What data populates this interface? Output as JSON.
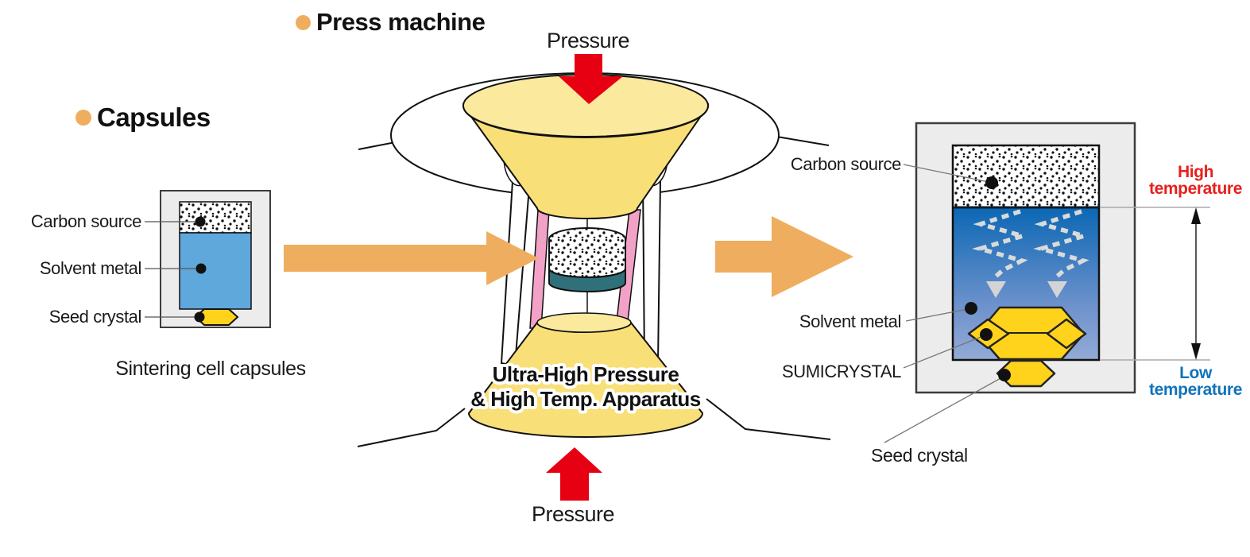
{
  "headings": {
    "capsules": "Capsules",
    "press_machine": "Press machine"
  },
  "press": {
    "pressure_top": "Pressure",
    "pressure_bottom": "Pressure",
    "apparatus_line1": "Ultra-High Pressure",
    "apparatus_line2": "& High Temp. Apparatus"
  },
  "left_capsule": {
    "labels": {
      "carbon_source": "Carbon source",
      "solvent_metal": "Solvent metal",
      "seed_crystal": "Seed crystal"
    },
    "caption": "Sintering cell capsules"
  },
  "right_capsule": {
    "labels": {
      "carbon_source": "Carbon source",
      "solvent_metal": "Solvent metal",
      "sumicrystal": "SUMICRYSTAL",
      "seed_crystal": "Seed crystal"
    },
    "temperature": {
      "high": "High\ntemperature",
      "low": "Low\ntemperature"
    }
  },
  "colors": {
    "accent_orange": "#EFAE5F",
    "arrow_red": "#E60012",
    "gasket_pink": "#F2A2C6",
    "capsule_teal": "#30707A",
    "solvent_blue": "#5FA8DC",
    "crystal_yellow": "#FFD31C",
    "anvil_yellow": "#F8DF78",
    "anvil_yellow_light": "#FBE99E",
    "high_temp_red": "#E8201C",
    "low_temp_blue": "#1173BB",
    "solvent_gradient_top": "#0B67B4",
    "solvent_gradient_bottom": "#93ABD6",
    "box_gray": "#ECECEC"
  }
}
